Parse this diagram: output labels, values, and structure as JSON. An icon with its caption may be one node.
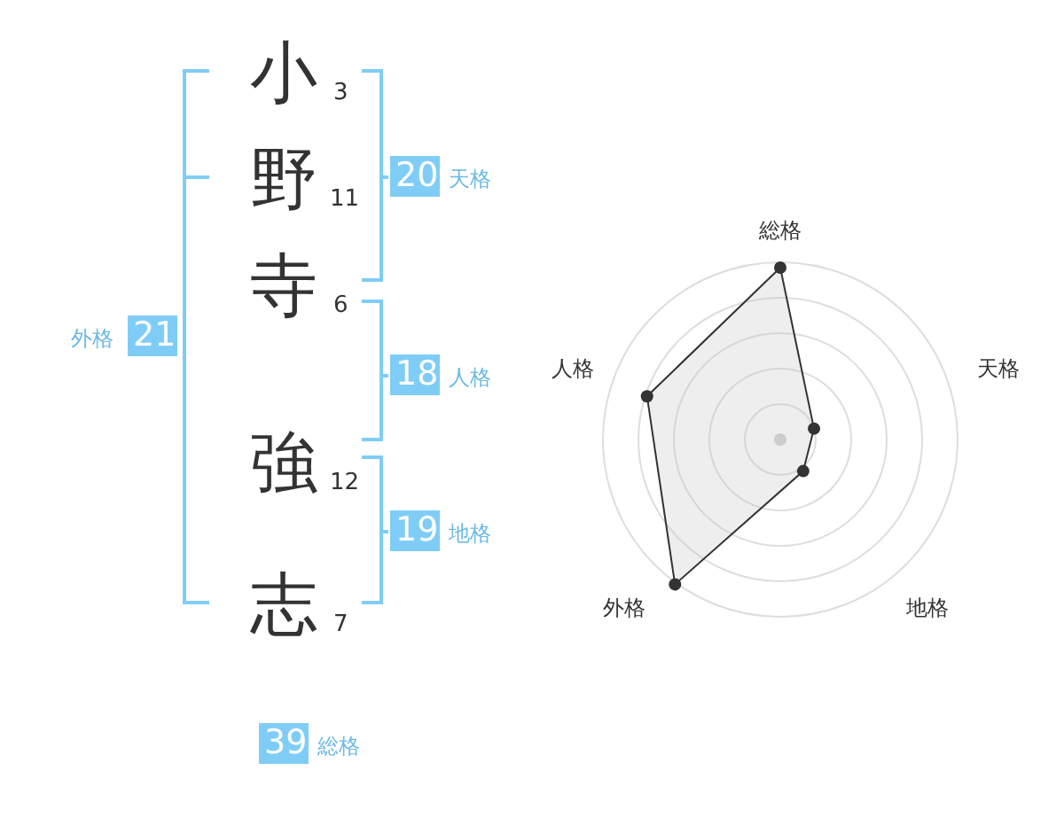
{
  "diagram": {
    "nodes": [
      {
        "text": [
          "20"
        ],
        "beside": [
          "天格"
        ]
      },
      {
        "text": [
          "18"
        ],
        "beside": [
          "人格"
        ]
      },
      {
        "text": [
          "19"
        ],
        "beside": [
          "地格"
        ]
      },
      {
        "text": [
          "21"
        ],
        "beside": [
          "外格"
        ]
      },
      {
        "text": [
          "39"
        ],
        "beside": [
          "総格"
        ]
      }
    ],
    "labels": [
      "小",
      "3",
      "野",
      "11",
      "寺",
      "6",
      "強",
      "12",
      "志",
      "7",
      "総格",
      "天格",
      "人格",
      "外格",
      "地格"
    ]
  }
}
